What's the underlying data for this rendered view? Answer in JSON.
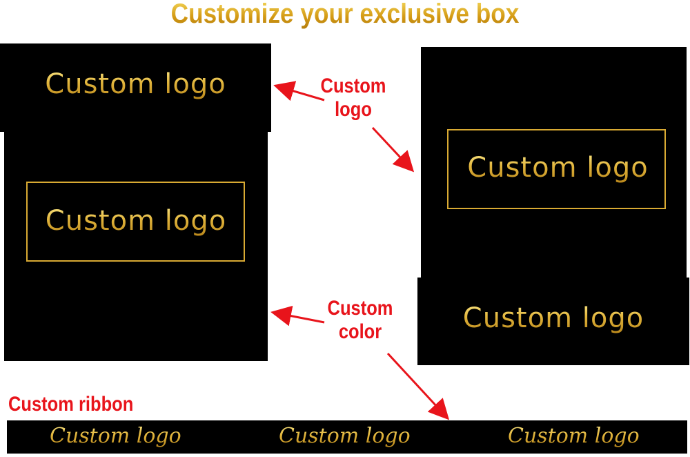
{
  "title": "Customize your exclusive box",
  "logo_text": "Custom logo",
  "ribbon": {
    "label": "Custom ribbon",
    "items": [
      "Custom logo",
      "Custom logo",
      "Custom logo"
    ]
  },
  "annotations": {
    "custom_logo": [
      "Custom",
      "logo"
    ],
    "custom_color": [
      "Custom",
      "color"
    ]
  },
  "colors": {
    "gold": "#e0b43a",
    "annotation_red": "#e8141b",
    "box": "#000000"
  }
}
